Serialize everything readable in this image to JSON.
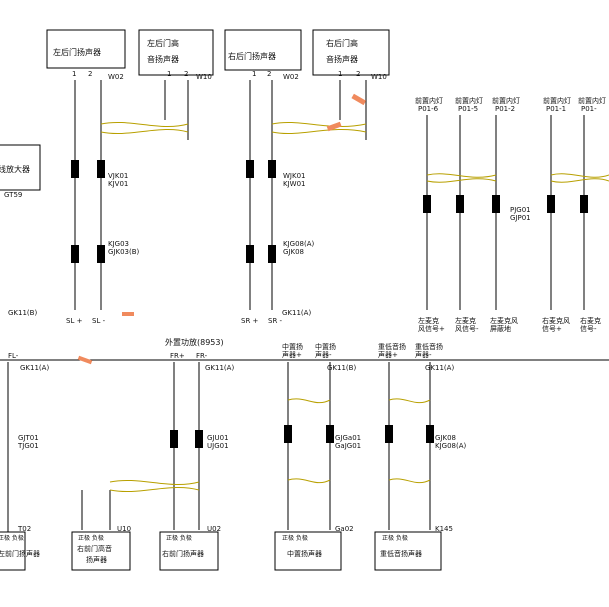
{
  "top_boxes": [
    {
      "id": "left-rear-door-speaker",
      "line1": "左后门扬声器",
      "line2": ""
    },
    {
      "id": "left-rear-tweeter",
      "line1": "左后门高",
      "line2": "音扬声器"
    },
    {
      "id": "right-rear-door-speaker",
      "line1": "右后门扬声器",
      "line2": ""
    },
    {
      "id": "right-rear-tweeter",
      "line1": "右后门高",
      "line2": "音扬声器"
    }
  ],
  "amp_box": {
    "line1": "线放大器",
    "code": "GT59"
  },
  "connector_codes": {
    "w02a": "W02",
    "w10a": "W10",
    "w02b": "W02",
    "w10b": "W10",
    "vjk01": "VJK01",
    "kjv01": "KJV01",
    "wjk01": "WJK01",
    "kjw01": "KJW01",
    "kjg03": "KJG03",
    "gjk03b": "GJK03(B)",
    "kjg08a": "KJG08(A)",
    "gjk08": "GJK08",
    "pjg01": "PJG01",
    "gjp01": "GJP01",
    "gk11b": "GK11(B)",
    "gk11a": "GK11(A)",
    "gjt01": "GJT01",
    "tjg01": "TJG01",
    "gju01": "GJU01",
    "ujg01": "UJG01",
    "gjga01": "GJGa01",
    "gajg01": "GaJG01",
    "gjk08b": "GJK08",
    "kjg08b": "KJG08(A)",
    "t02": "T02",
    "u10": "U10",
    "u02": "U02",
    "ga02": "Ga02",
    "k145": "K145"
  },
  "top_right_lamps": [
    {
      "label": "前置内灯",
      "pin": "P01-6"
    },
    {
      "label": "前置内灯",
      "pin": "P01-5"
    },
    {
      "label": "前置内灯",
      "pin": "P01-2"
    },
    {
      "label": "前置内灯",
      "pin": "P01-1"
    },
    {
      "label": "前置内灯",
      "pin": "P01-"
    }
  ],
  "bottom_signal_labels": [
    {
      "line1": "左麦克",
      "line2": "风信号+"
    },
    {
      "line1": "左麦克",
      "line2": "风信号-"
    },
    {
      "line1": "左麦克风",
      "line2": "屏蔽地"
    },
    {
      "line1": "右麦克风",
      "line2": "信号+"
    },
    {
      "line1": "右麦克",
      "line2": "信号-"
    }
  ],
  "sl_labels": {
    "sl_plus": "SL +",
    "sl_minus": "SL -",
    "sr_plus": "SR +",
    "sr_minus": "SR -"
  },
  "middle_labels": {
    "external_amp": "外置功放(8953)",
    "fr_plus": "FR+",
    "fr_minus": "FR-",
    "fl_minus": "FL-",
    "center_plus": "中置扬",
    "center_plus2": "声器+",
    "center_minus": "中置扬",
    "center_minus2": "声器-",
    "sub_plus": "重低音扬",
    "sub_plus2": "声器+",
    "sub_minus": "重低音扬",
    "sub_minus2": "声器-"
  },
  "bottom_boxes": [
    {
      "id": "left-front-speaker",
      "line1": "正极 负极",
      "line2": "左前门扬声器"
    },
    {
      "id": "right-front-tweeter",
      "line1": "正极 负极",
      "line2": "右前门高音",
      "line3": "扬声器"
    },
    {
      "id": "right-front-speaker",
      "line1": "正极 负极",
      "line2": "右前门扬声器"
    },
    {
      "id": "center-speaker",
      "line1": "正极 负极",
      "line2": "中置扬声器"
    },
    {
      "id": "subwoofer",
      "line1": "正极 负极",
      "line2": "重低音扬声器"
    }
  ],
  "colors": {
    "wire": "#000000",
    "twist": "#b8a000",
    "accent": "#f08a5d",
    "bg": "#ffffff"
  }
}
